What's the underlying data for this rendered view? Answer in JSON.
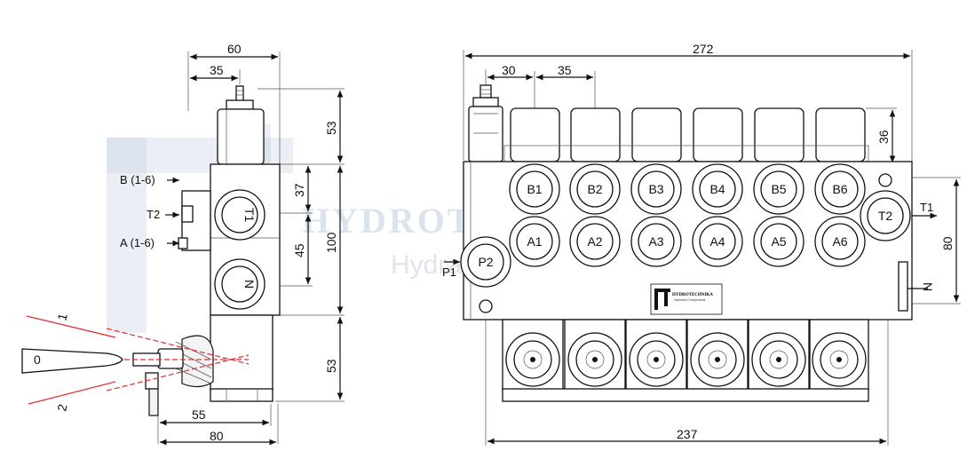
{
  "watermark": {
    "brand": "HYDROTECHNIKA",
    "sub": "Hydraulic Components"
  },
  "logo": {
    "name": "HYDROTECHNIKA",
    "sub": "Hydraulic Components"
  },
  "side_view": {
    "dims": {
      "top_width": "60",
      "top_inner": "35",
      "height_top": "53",
      "height_mid_upper": "37",
      "height_mid_lower": "45",
      "height_total_mid": "100",
      "height_bottom": "53",
      "bottom_inner": "55",
      "bottom_width": "80"
    },
    "labels": {
      "b_ports": "B (1-6)",
      "t2": "T2",
      "a_ports": "A (1-6)",
      "port_t1": "T1",
      "port_n": "N"
    },
    "lever_positions": [
      "1",
      "0",
      "2"
    ]
  },
  "front_view": {
    "dims": {
      "total_width": "272",
      "pitch_first": "30",
      "pitch": "35",
      "cap_height": "36",
      "height": "80",
      "bottom_width": "237"
    },
    "b_ports": [
      "B1",
      "B2",
      "B3",
      "B4",
      "B5",
      "B6"
    ],
    "a_ports": [
      "A1",
      "A2",
      "A3",
      "A4",
      "A5",
      "A6"
    ],
    "labels": {
      "t2": "T2",
      "t1": "T1",
      "p2": "P2",
      "p1": "P1",
      "n": "N"
    }
  }
}
